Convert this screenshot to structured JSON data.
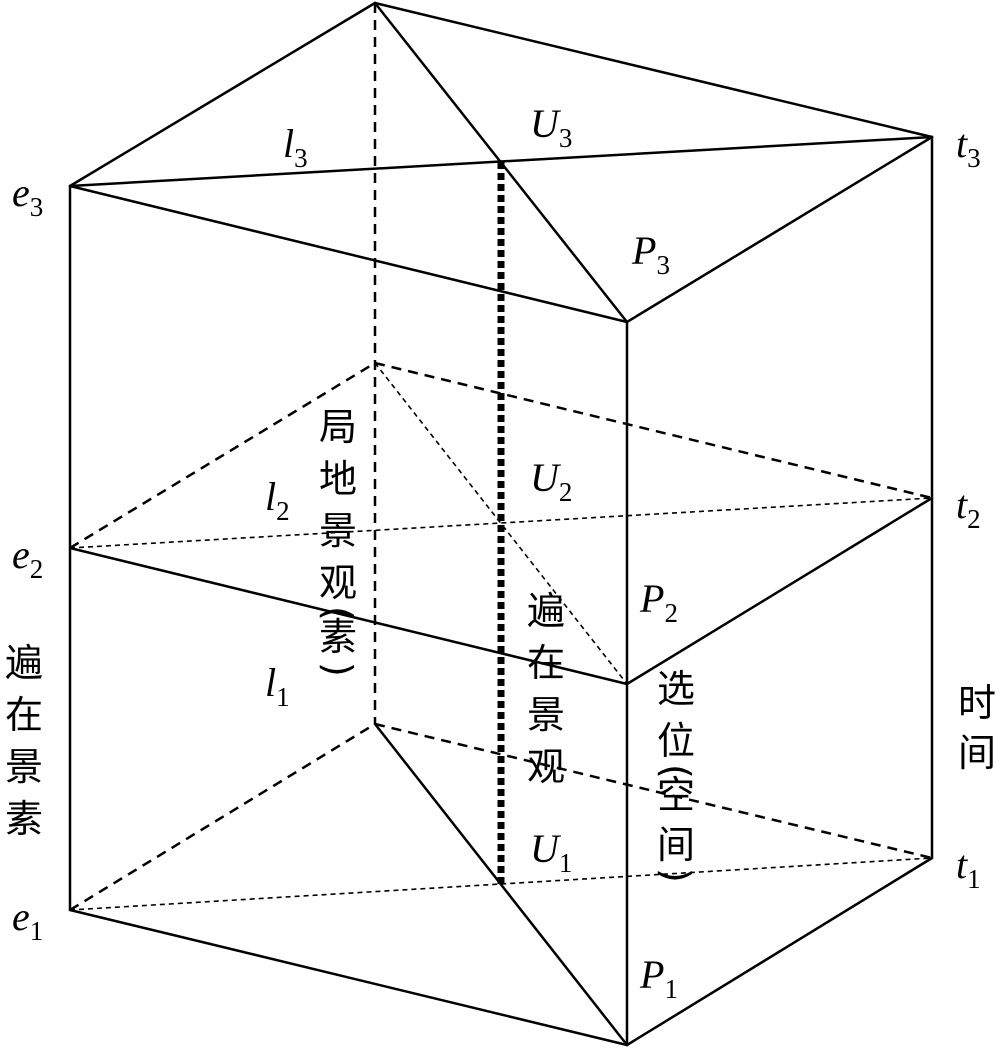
{
  "labels": {
    "e3": {
      "main": "e",
      "sub": "3"
    },
    "e2": {
      "main": "e",
      "sub": "2"
    },
    "e1": {
      "main": "e",
      "sub": "1"
    },
    "t3": {
      "main": "t",
      "sub": "3"
    },
    "t2": {
      "main": "t",
      "sub": "2"
    },
    "t1": {
      "main": "t",
      "sub": "1"
    },
    "l3": {
      "main": "l",
      "sub": "3"
    },
    "l2": {
      "main": "l",
      "sub": "2"
    },
    "l1": {
      "main": "l",
      "sub": "1"
    },
    "U3": {
      "main": "U",
      "sub": "3"
    },
    "U2": {
      "main": "U",
      "sub": "2"
    },
    "U1": {
      "main": "U",
      "sub": "1"
    },
    "P3": {
      "main": "P",
      "sub": "3"
    },
    "P2": {
      "main": "P",
      "sub": "2"
    },
    "P1": {
      "main": "P",
      "sub": "1"
    }
  },
  "vertical_texts": {
    "local_landscape": {
      "chars": [
        "局",
        "地",
        "景",
        "观"
      ],
      "paren_chars": [
        "素"
      ]
    },
    "ubiquitous_landscape": {
      "chars": [
        "遍",
        "在",
        "景",
        "观"
      ]
    },
    "location": {
      "chars": [
        "选",
        "位"
      ],
      "paren_chars": [
        "空",
        "间"
      ]
    },
    "ubiquitous_elements": {
      "chars": [
        "遍",
        "在",
        "景",
        "素"
      ]
    },
    "time": {
      "chars": [
        "时",
        "间"
      ]
    }
  },
  "paren_open": "(",
  "paren_close": ")"
}
